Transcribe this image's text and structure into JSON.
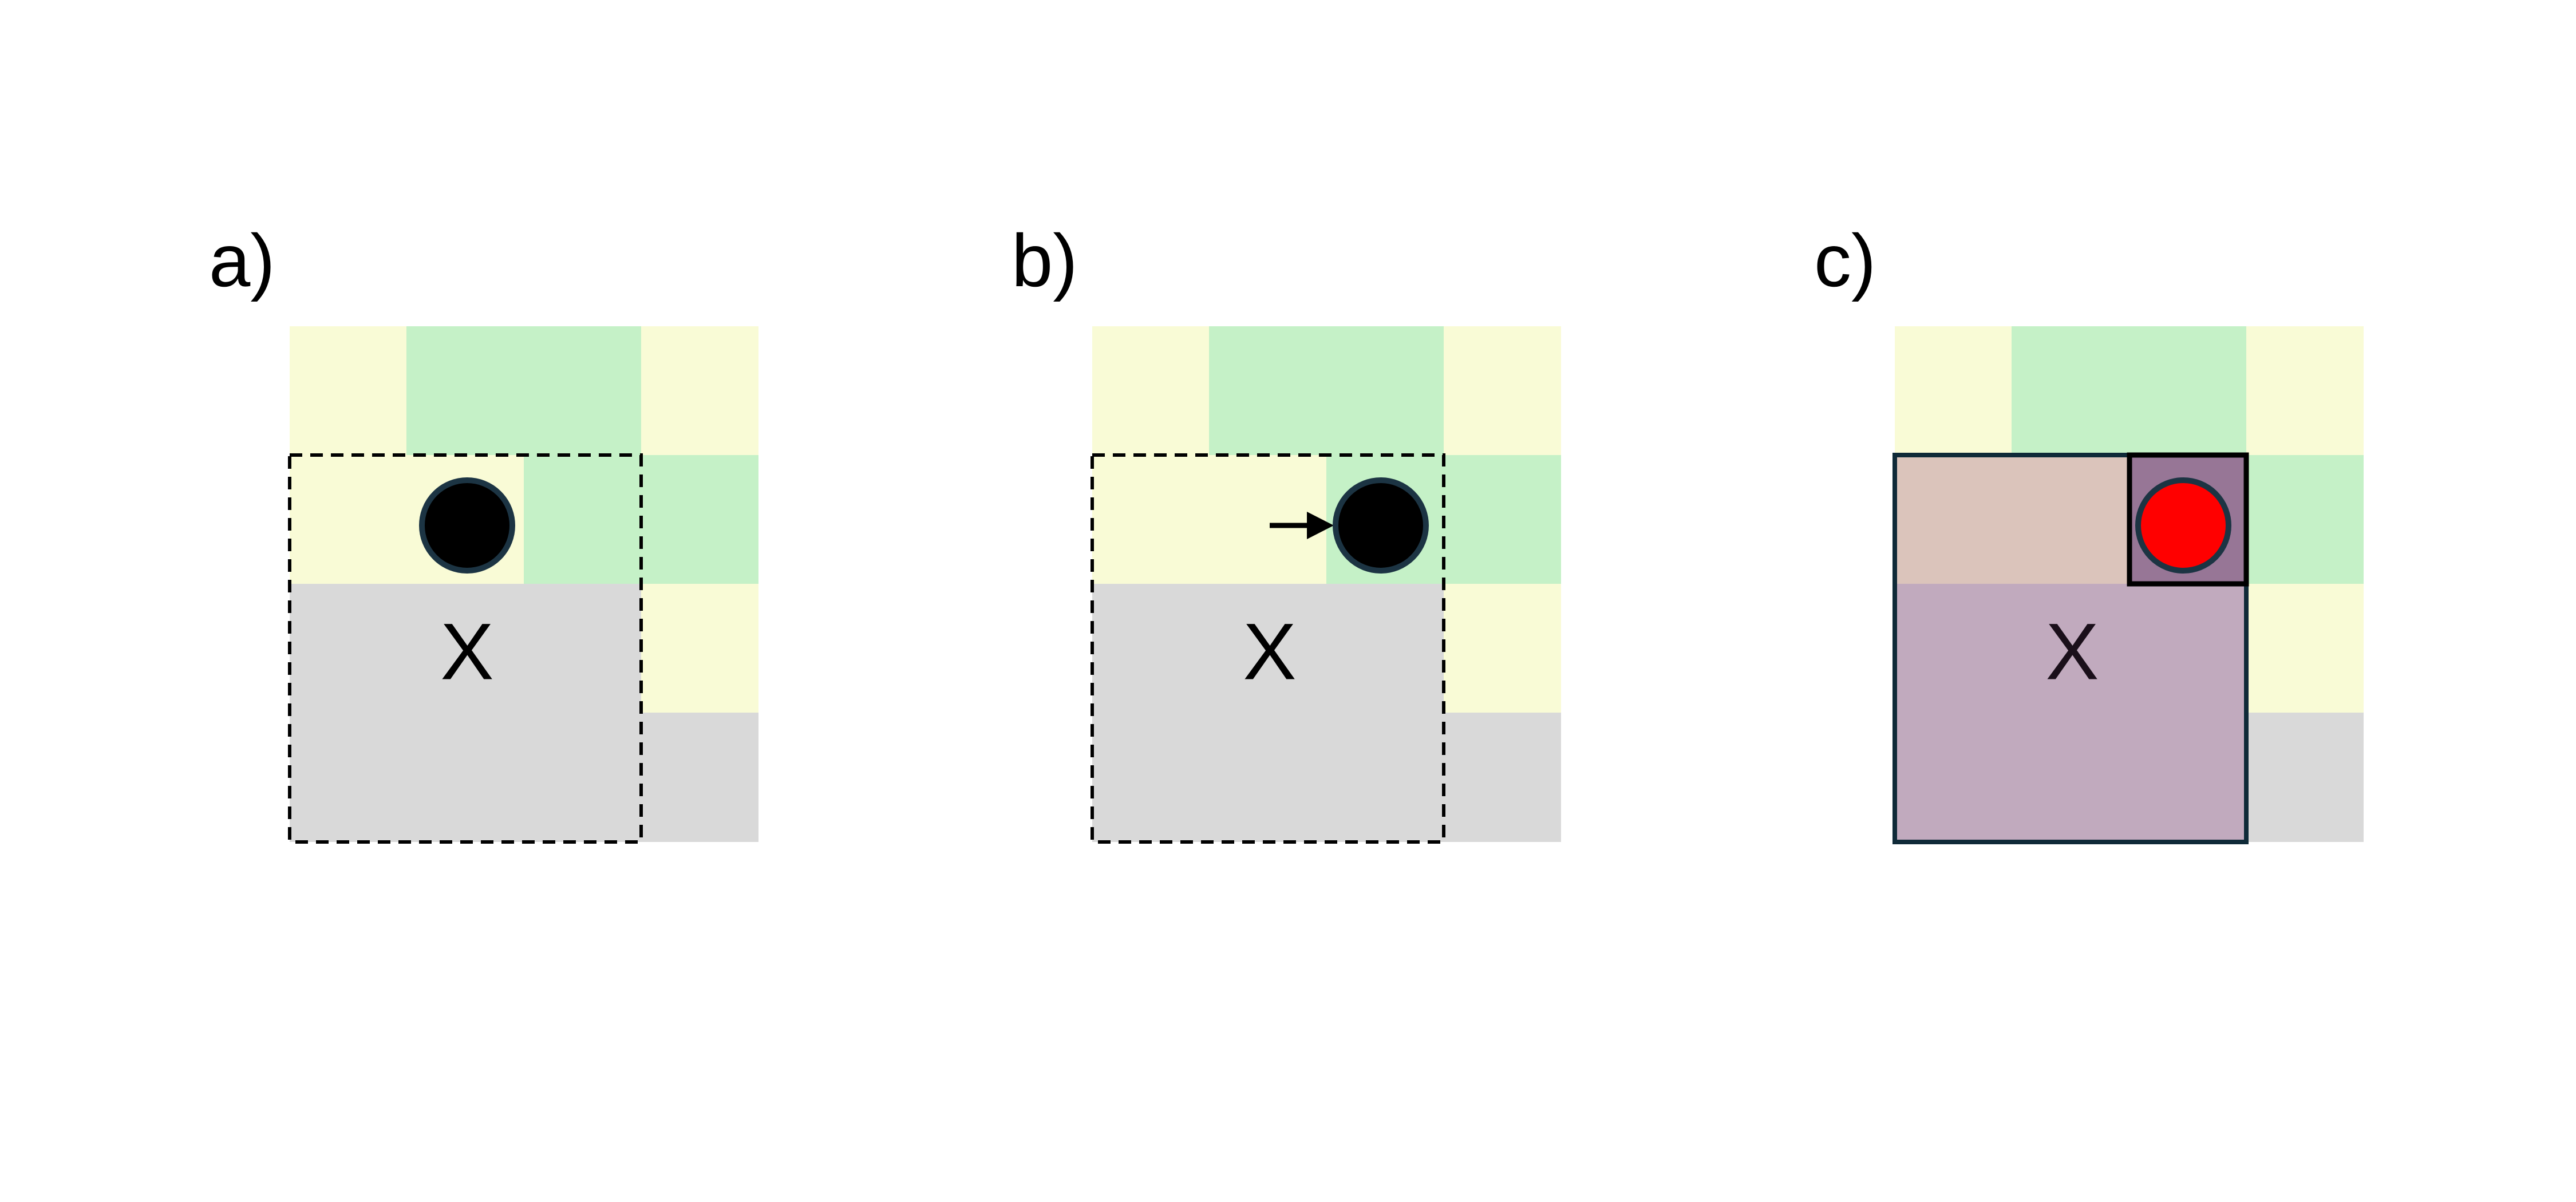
{
  "colors": {
    "background": "#ffffff",
    "light_yellow": "#f9fbd6",
    "light_green": "#c5f1c7",
    "light_gray": "#d9d9d9",
    "dashed_border": "#000000",
    "token": "#000000",
    "token_ring": "#1c3443",
    "highlight_beige": "#dbc4bb",
    "highlight_purple": "#c1aabe",
    "highlight_dark_purple": "#977696",
    "frame_dark": "#0f2a38",
    "red_token": "#ff0000"
  },
  "panels": [
    {
      "label": "a)",
      "mark": "X",
      "token": "black-circle",
      "arrow": false,
      "grid": [
        [
          "light_yellow",
          "light_green",
          "light_green",
          "light_yellow"
        ],
        [
          "light_yellow",
          "light_yellow",
          "light_green",
          "light_green"
        ],
        [
          "light_gray",
          "light_gray",
          "light_gray",
          "light_yellow"
        ],
        [
          "light_gray",
          "light_gray",
          "light_gray",
          "light_gray"
        ]
      ],
      "token_cell": [
        1,
        1
      ]
    },
    {
      "label": "b)",
      "mark": "X",
      "token": "black-circle",
      "arrow": true,
      "grid": [
        [
          "light_yellow",
          "light_green",
          "light_green",
          "light_yellow"
        ],
        [
          "light_yellow",
          "light_yellow",
          "light_green",
          "light_green"
        ],
        [
          "light_gray",
          "light_gray",
          "light_gray",
          "light_yellow"
        ],
        [
          "light_gray",
          "light_gray",
          "light_gray",
          "light_gray"
        ]
      ],
      "token_cell": [
        1,
        2
      ]
    },
    {
      "label": "c)",
      "mark": "X",
      "token": "red-circle",
      "arrow": false,
      "grid": [
        [
          "light_yellow",
          "light_green",
          "light_green",
          "light_yellow"
        ],
        [
          "highlight_beige",
          "highlight_beige",
          "highlight_dark_purple",
          "light_green"
        ],
        [
          "highlight_purple",
          "highlight_purple",
          "highlight_purple",
          "light_yellow"
        ],
        [
          "highlight_purple",
          "highlight_purple",
          "highlight_purple",
          "light_gray"
        ]
      ],
      "token_cell": [
        1,
        2
      ]
    }
  ]
}
